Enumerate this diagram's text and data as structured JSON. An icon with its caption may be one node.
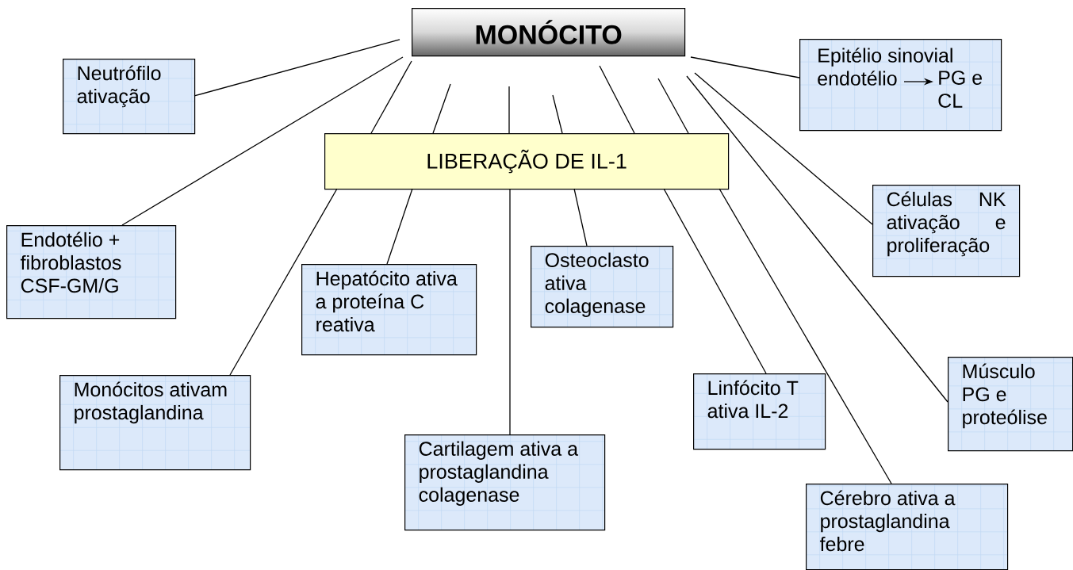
{
  "diagram": {
    "nodes": [
      {
        "text": [
          "MONÓCITO"
        ]
      },
      {
        "text": [
          "Neutrófilo ativação"
        ]
      },
      {
        "text": [],
        "shape": "box"
      },
      {
        "text": [
          "Epitélio sinovial endotélio"
        ],
        "in": 2
      },
      {
        "text": [
          "PG e CL"
        ],
        "in": 2
      },
      {
        "text": [
          "LIBERAÇÃO DE IL-1"
        ]
      },
      {
        "text": [
          "Endotélio + fibroblastos CSF-GM/G"
        ]
      },
      {
        "text": [
          "Células NK ativação e proliferação"
        ]
      },
      {
        "text": [
          "Hepatócito ativa a proteína C reativa"
        ]
      },
      {
        "text": [
          "Osteoclasto ativa colagenase"
        ]
      },
      {
        "text": [
          "Músculo PG e proteólise"
        ]
      },
      {
        "text": [
          "Linfócito T ativa IL-2"
        ]
      },
      {
        "text": [
          "Monócitos ativam prostaglandina"
        ]
      },
      {
        "text": [
          "Cartilagem ativa a prostaglandina colagenase"
        ]
      },
      {
        "text": [
          "Cérebro ativa a prostaglandina febre"
        ]
      }
    ],
    "edges": [
      {
        "from": 0,
        "to": 1,
        "arrow": "none"
      },
      {
        "from": 0,
        "to": 6,
        "arrow": "none"
      },
      {
        "from": 0,
        "to": 2,
        "arrow": "none"
      },
      {
        "from": 0,
        "to": 7,
        "arrow": "none"
      },
      {
        "from": 0,
        "to": 10,
        "arrow": "none"
      },
      {
        "from": 0,
        "to": 5,
        "arrow": "none"
      },
      {
        "from": 0,
        "to": 5,
        "arrow": "none"
      },
      {
        "from": 0,
        "to": 5,
        "arrow": "none"
      },
      {
        "from": 0,
        "to": 5,
        "arrow": "none"
      },
      {
        "from": 0,
        "to": 5,
        "arrow": "none"
      },
      {
        "from": 0,
        "to": 5,
        "arrow": "none"
      },
      {
        "from": 5,
        "to": 12,
        "arrow": "none"
      },
      {
        "from": 5,
        "to": 8,
        "arrow": "none"
      },
      {
        "from": 5,
        "to": 13,
        "arrow": "none"
      },
      {
        "from": 5,
        "to": 9,
        "arrow": "none"
      },
      {
        "from": 5,
        "to": 11,
        "arrow": "none"
      },
      {
        "from": 5,
        "to": 14,
        "arrow": "none"
      },
      {
        "from": 3,
        "to": 4,
        "arrow": "to"
      }
    ]
  }
}
